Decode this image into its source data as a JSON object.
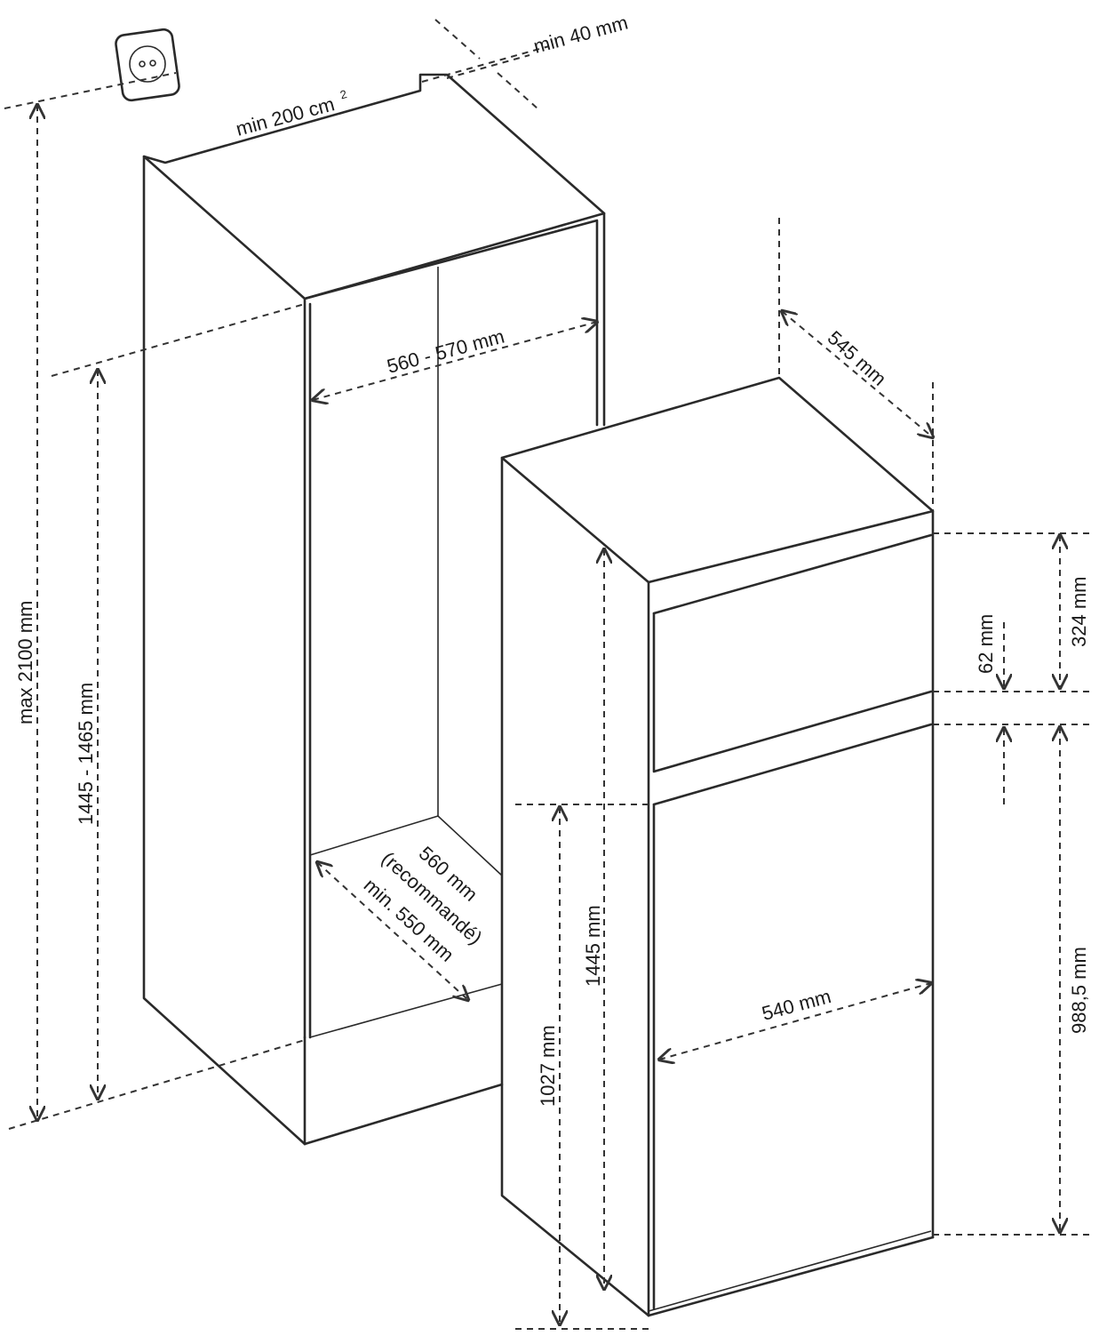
{
  "dimensions": {
    "outlet_clearance": "min 40 mm",
    "ventilation_area": "min 200 cm",
    "ventilation_unit_superscript": "2",
    "niche_max_height": "max 2100 mm",
    "niche_height_range": "1445 - 1465 mm",
    "niche_width": "560 - 570 mm",
    "niche_depth_recommended": "560 mm",
    "niche_depth_note": "(recommandé)",
    "niche_depth_min": "min. 550 mm",
    "appliance_depth": "545 mm",
    "freezer_door_height": "324 mm",
    "door_gap": "62 mm",
    "appliance_height": "1445 mm",
    "lower_height": "1027 mm",
    "appliance_width": "540 mm",
    "fridge_door_height": "988,5 mm"
  },
  "colors": {
    "line": "#2a2a2a",
    "background": "#ffffff"
  },
  "icons": {
    "outlet": "power-outlet-icon"
  }
}
